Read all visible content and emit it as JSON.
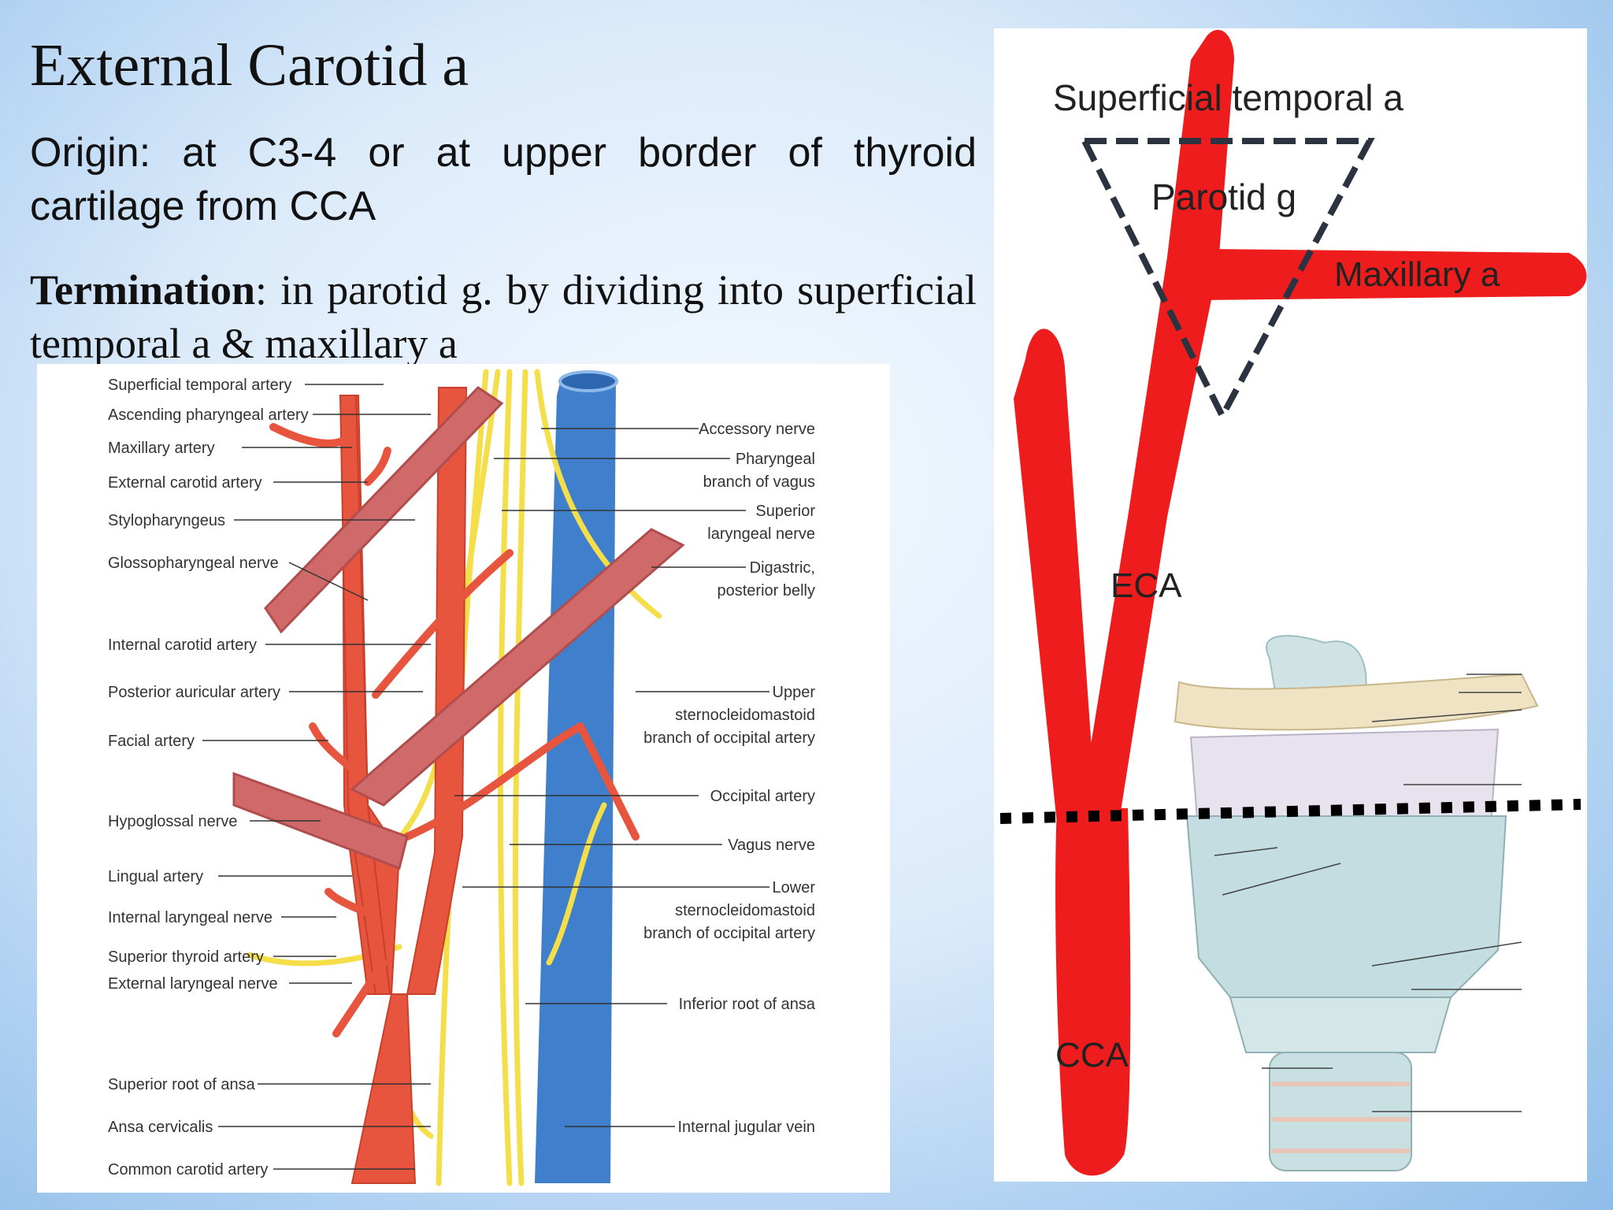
{
  "slide": {
    "title": "External Carotid a",
    "origin_text": "Origin: at C3-4  or  at upper border of thyroid cartilage from CCA",
    "termination_label": "Termination",
    "termination_text": ":   in parotid g. by dividing into superficial temporal a & maxillary a"
  },
  "left_diagram": {
    "labels_left": [
      "Superficial temporal artery",
      "Ascending pharyngeal artery",
      "Maxillary artery",
      "External carotid artery",
      "Stylopharyngeus",
      "Glossopharyngeal nerve",
      "Internal carotid artery",
      "Posterior auricular artery",
      "Facial artery",
      "Hypoglossal nerve",
      "Lingual artery",
      "Internal laryngeal nerve",
      "Superior thyroid artery",
      "External laryngeal nerve",
      "Superior root of ansa",
      "Ansa cervicalis",
      "Common carotid artery"
    ],
    "labels_right": [
      [
        "Accessory nerve"
      ],
      [
        "Pharyngeal",
        "branch of vagus"
      ],
      [
        "Superior",
        "laryngeal nerve"
      ],
      [
        "Digastric,",
        "posterior belly"
      ],
      [
        "Upper",
        "sternocleidomastoid",
        "branch of occipital artery"
      ],
      [
        "Occipital artery"
      ],
      [
        "Vagus nerve"
      ],
      [
        "Lower",
        "sternocleidomastoid",
        "branch of occipital artery"
      ],
      [
        "Inferior root of ansa"
      ],
      [
        "Internal jugular vein"
      ]
    ]
  },
  "right_diagram": {
    "superficial_temporal": "Superficial temporal a",
    "parotid": "Parotid g",
    "maxillary": "Maxillary a",
    "eca": "ECA",
    "cca": "CCA"
  },
  "colors": {
    "artery": "#e8553f",
    "artery_bright": "#ee1c1c",
    "vein": "#3f7fcc",
    "nerve": "#f4de4a",
    "muscle": "#d06a6a",
    "cartilage": "#bfd9dc"
  }
}
